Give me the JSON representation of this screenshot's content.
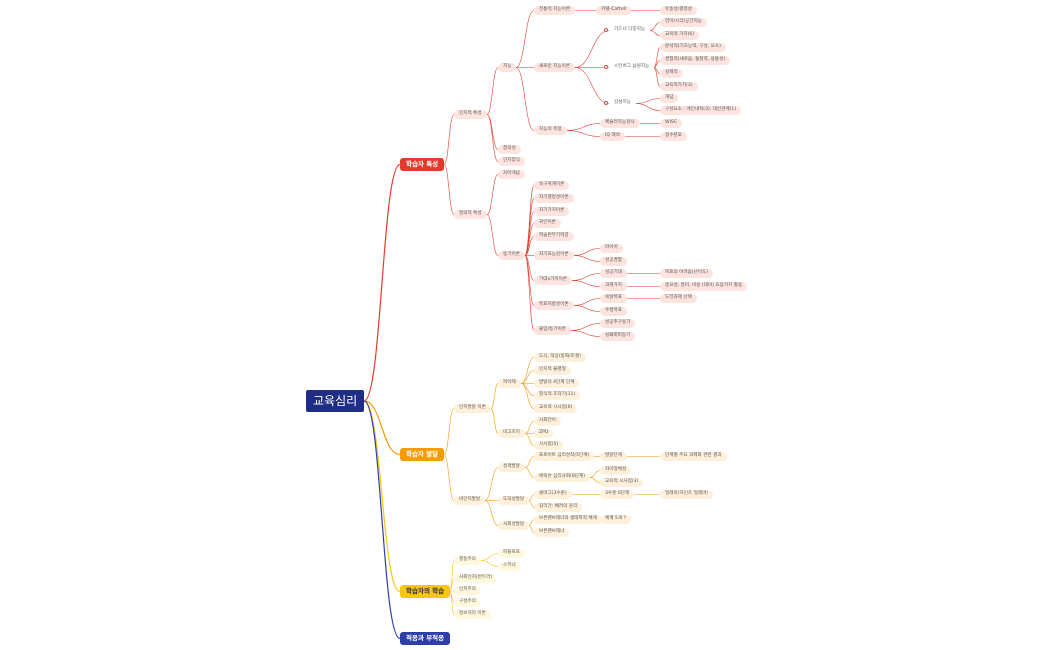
{
  "colors": {
    "root": "#1f2d86",
    "red": "#e23b2e",
    "orange": "#f59a0a",
    "yellow": "#f5c518",
    "blue": "#2c3ea8"
  },
  "root": "교육심리",
  "branches": {
    "b1": "학습자 특성",
    "b2": "학습자 발달",
    "b3": "학습자의 학습",
    "b4": "적응과 부적응"
  },
  "b1": {
    "cog": "인지적 특성",
    "intel": "지능",
    "old_theory": "전통적 지능이론",
    "cattell": "카텔-Cattell",
    "fluid": "유동성/결정성",
    "new_theory": "새로운 지능이론",
    "gardner": "가드너 다중지능",
    "gardner_a": "언어/시각/공간지능",
    "gardner_b": "교육적 가치(6)",
    "sternberg": "스턴버그 삼원지능",
    "sternberg_a": "분석적(기초능력, 구성, 요소)",
    "sternberg_b": "경험적(새로움, 통찰력, 융통성)",
    "sternberg_c": "실제적",
    "sternberg_d": "교육적가치(3)",
    "emotion": "감성지능",
    "emotion_a": "개념",
    "emotion_b": "구성요소 : 개인내적(3), 대인관계(1)",
    "measure": "지능의 측정",
    "wechsler": "웩슬러지능검사",
    "wechsler_v": "WISC",
    "iq": "IQ 해석",
    "iq_v": "점수분포",
    "creativity": "창의성",
    "style": "인지양식",
    "affect": "정의적 특성",
    "selfconcept": "자아개념",
    "motive": "동기이론",
    "m1": "욕구위계이론",
    "m2": "자기결정성이론",
    "m3": "자기가치이론",
    "m4": "귀인이론",
    "m5": "학습된무기력감",
    "selfeff": "자기효능감이론",
    "selfeff_a": "마이어",
    "selfeff_b": "성공경험",
    "expect": "기대x가치이론",
    "expect_a": "성공기대",
    "expect_a2": "목표의 어려움(난이도)",
    "expect_b": "과제가치",
    "expect_b2": "중요성, 흥미, 비용 (대비) 효용가치 활용",
    "goal": "목표지향성이론",
    "goal_a": "숙달목표",
    "goal_a2": "도전과제 선택",
    "goal_b": "수행목표",
    "flow": "몰입/동기이론",
    "flow_a": "성공추구동기",
    "flow_b": "실패회피동기"
  },
  "b2": {
    "cogdev": "인지발달 이론",
    "piaget": "피아제",
    "p1": "도식, 적응(동화/조절)",
    "p2": "인지적 불평형",
    "p3": "발달의 4단계 단계",
    "p4": "형식적 조작기(11)",
    "p5": "교육적 시사점(6)",
    "vygotsky": "비고츠키",
    "v1": "사회언어",
    "v2": "ZPD",
    "v3": "시사점(5)",
    "noncog": "비인지발달",
    "personality": "성격발달",
    "freud": "프로이트 심리성적(5단계)",
    "freud_a": "발달단계",
    "freud_a2": "단계별 주요 과제와 관련 결과",
    "erikson": "에릭슨 심리사회(8단계)",
    "erikson_a": "자아정체성",
    "erikson_b": "교육적 시사점(3)",
    "moral": "도덕성발달",
    "kohlberg": "콜버그(3수준)",
    "kohlberg_a": "3수준 6단계",
    "kohlberg_a2": "딜레마(하인츠 딜레마)",
    "gilligan": "길리건: 배려의 윤리",
    "social": "사회성발달",
    "bronf": "브론펜브레너의 생태학적 체계",
    "bronf_a": "체계 5개 ?",
    "bronf_b": "브론펜브레너"
  },
  "b3": {
    "behavior": "행동주의",
    "pavlov": "파블로프",
    "skinner": "스키너",
    "social_cog": "사회인지(반두라)",
    "cognitivism": "인지주의",
    "constructivism": "구성주의",
    "info": "정보처리 이론"
  }
}
